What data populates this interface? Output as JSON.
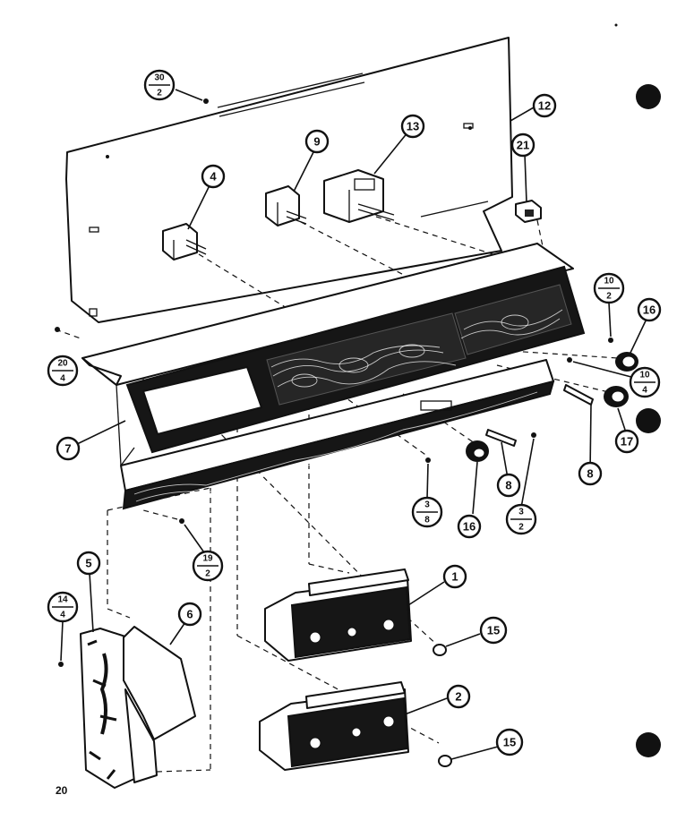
{
  "page_number": "20",
  "callouts": {
    "c1": "1",
    "c2": "2",
    "c4": "4",
    "c5": "5",
    "c6": "6",
    "c7": "7",
    "c8a": "8",
    "c8b": "8",
    "c9": "9",
    "c12": "12",
    "c13": "13",
    "c15a": "15",
    "c15b": "15",
    "c16a": "16",
    "c16b": "16",
    "c17": "17",
    "c21": "21"
  },
  "fractions": {
    "f30_2": {
      "num": "30",
      "den": "2"
    },
    "f10_2": {
      "num": "10",
      "den": "2"
    },
    "f10_4": {
      "num": "10",
      "den": "4"
    },
    "f20_4": {
      "num": "20",
      "den": "4"
    },
    "f3_8": {
      "num": "3",
      "den": "8"
    },
    "f3_2": {
      "num": "3",
      "den": "2"
    },
    "f19_2": {
      "num": "19",
      "den": "2"
    },
    "f14_4": {
      "num": "14",
      "den": "4"
    }
  }
}
